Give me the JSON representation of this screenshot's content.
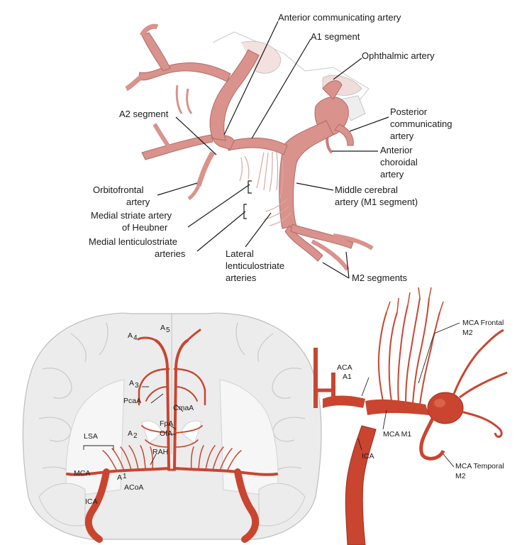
{
  "top_panel": {
    "labels": {
      "anterior_communicating": "Anterior communicating artery",
      "a1_segment": "A1 segment",
      "ophthalmic": "Ophthalmic artery",
      "posterior_communicating_1": "Posterior",
      "posterior_communicating_2": "communicating",
      "posterior_communicating_3": "artery",
      "a2_segment": "A2 segment",
      "anterior_choroidal_1": "Anterior",
      "anterior_choroidal_2": "choroidal",
      "anterior_choroidal_3": "artery",
      "orbitofrontal_1": "Orbitofrontal",
      "orbitofrontal_2": "artery",
      "middle_cerebral_1": "Middle cerebral",
      "middle_cerebral_2": "artery (M1 segment)",
      "heubner_1": "Medial striate artery",
      "heubner_2": "of Heubner",
      "medial_lenticulostriate_1": "Medial lenticulostriate",
      "medial_lenticulostriate_2": "arteries",
      "lateral_lenticulostriate_1": "Lateral",
      "lateral_lenticulostriate_2": "lenticulostriate",
      "lateral_lenticulostriate_3": "arteries",
      "m2_segments": "M2 segments"
    }
  },
  "bottom_left_panel": {
    "labels": {
      "a4": "A",
      "a4_sub": "4",
      "a5": "A",
      "a5_sub": "5",
      "a3": "A",
      "a3_sub": "3",
      "pcaa": "PcaA",
      "cmaa": "CmaA",
      "fpa": "FpA",
      "ofa": "OfA",
      "a2": "A",
      "a2_sub": "2",
      "lsa": "LSA",
      "rah": "RAH",
      "mca": "MCA",
      "a1": "A",
      "a1_sub": "1",
      "acoa": "ACoA",
      "ica": "ICA"
    }
  },
  "bottom_right_panel": {
    "labels": {
      "aca": "ACA",
      "a1": "A1",
      "mca_frontal_1": "MCA Frontal",
      "mca_frontal_2": "M2",
      "mca_m1": "MCA M1",
      "ica": "ICA",
      "mca_temporal_1": "MCA Temporal",
      "mca_temporal_2": "M2"
    }
  },
  "colors": {
    "artery_top": "#d9928c",
    "artery_bottom": "#c9452f",
    "brain_fill": "#ececec",
    "brain_stroke": "#bdbdbd"
  }
}
